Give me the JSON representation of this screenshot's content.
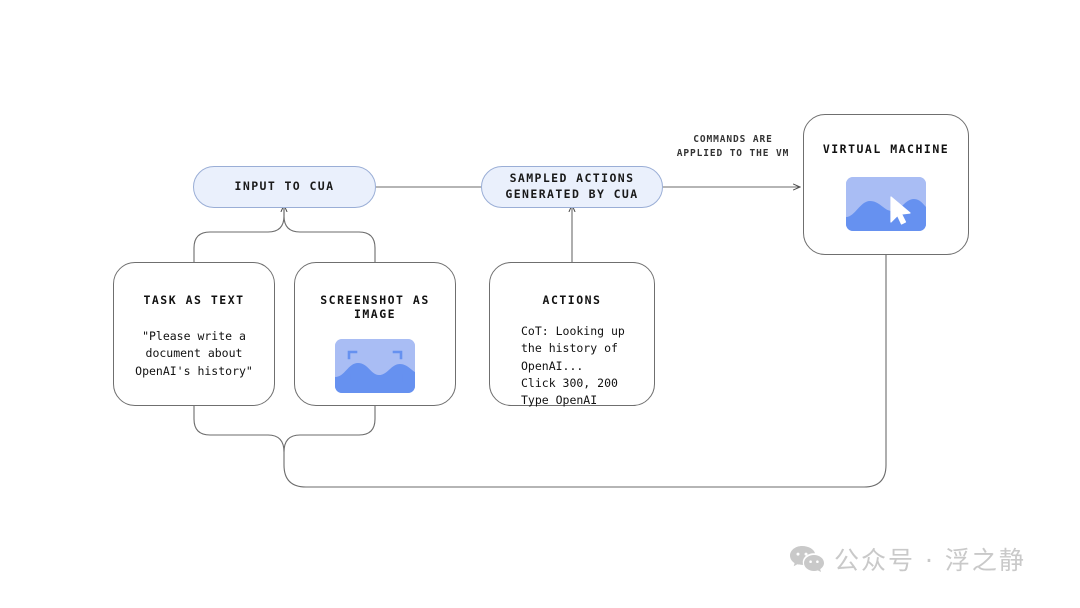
{
  "diagram": {
    "nodes": {
      "input_to_cua": {
        "label": "INPUT TO CUA"
      },
      "sampled_actions": {
        "label": "SAMPLED ACTIONS\nGENERATED BY CUA"
      },
      "task_as_text": {
        "title": "TASK AS TEXT",
        "body": "\"Please write a\ndocument about\nOpenAI's history\""
      },
      "screenshot_as_image": {
        "title": "SCREENSHOT AS IMAGE",
        "icon": "screenshot-image-icon"
      },
      "actions": {
        "title": "ACTIONS",
        "body": "CoT: Looking up\nthe history of\nOpenAI...\nClick 300, 200\nType OpenAI"
      },
      "virtual_machine": {
        "title": "VIRTUAL MACHINE",
        "icon": "virtual-machine-screen-icon"
      }
    },
    "edges": {
      "commands_label": "COMMANDS ARE\nAPPLIED TO THE VM"
    },
    "colors": {
      "pill_fill": "#eaf0fc",
      "pill_stroke": "#9aaed6",
      "card_stroke": "#6f6f6f",
      "wire": "#6b6b6b",
      "glyph_light": "#a9bdf4",
      "glyph_dark": "#6691f0",
      "watermark": "#c9c9c9"
    }
  },
  "watermark": {
    "text": "公众号 · 浮之静",
    "icon": "wechat-icon"
  }
}
